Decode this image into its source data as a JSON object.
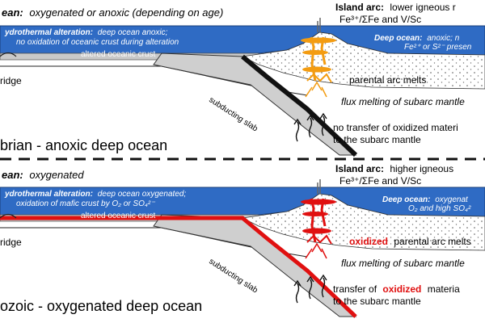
{
  "colors": {
    "ocean": "#2f6bc4",
    "ocean_light": "#8fb2e0",
    "crust": "#d2d2d2",
    "slab_dark": "#111111",
    "oxidized": "#e01010",
    "melt_orange": "#f39c12",
    "background": "#ffffff"
  },
  "top": {
    "ocean_header_lead": "ean:",
    "ocean_header_text": "oxygenated or anoxic (depending on age)",
    "hydro_lead": "ydrothermal alteration:",
    "hydro_line1_rest": "deep ocean anoxic;",
    "hydro_line2": "no oxidation of oceanic crust during alteration",
    "altered_crust": "altered oceanic crust",
    "deep_ocean_lead": "Deep ocean:",
    "deep_ocean_text": "anoxic; n",
    "deep_ocean_line2": "Fe²⁺ or S²⁻ presen",
    "ridge": "ridge",
    "island_arc_lead": "Island arc:",
    "island_arc_text": "lower igneous r",
    "ratio": "Fe³⁺/ΣFe and V/Sc",
    "parental": "parental arc melts",
    "flux": "flux melting of subarc mantle",
    "slab": "subducting slab",
    "transfer_line1": "no transfer of oxidized materi",
    "transfer_line2": "to the subarc mantle",
    "era": "brian - anoxic deep ocean"
  },
  "bottom": {
    "ocean_header_lead": "ean:",
    "ocean_header_text": "oxygenated",
    "hydro_lead": "ydrothermal alteration:",
    "hydro_line1_rest": "deep ocean oxygenated;",
    "hydro_line2": "oxidation of mafic crust by O₂ or SO₄²⁻",
    "altered_crust": "altered oceanic crust",
    "deep_ocean_lead": "Deep ocean:",
    "deep_ocean_text": "oxygenat",
    "deep_ocean_line2": "O₂ and high SO₄²",
    "ridge": "ridge",
    "island_arc_lead": "Island arc:",
    "island_arc_text": "higher igneous",
    "ratio": "Fe³⁺/ΣFe and V/Sc",
    "parental_oxidized": "oxidized",
    "parental_rest": "parental arc melts",
    "flux": "flux melting of subarc mantle",
    "slab": "subducting slab",
    "transfer_lead": "transfer of",
    "transfer_oxidized": "oxidized",
    "transfer_rest": "materia",
    "transfer_line2": "to the subarc mantle",
    "era": "ozoic - oxygenated deep ocean"
  }
}
